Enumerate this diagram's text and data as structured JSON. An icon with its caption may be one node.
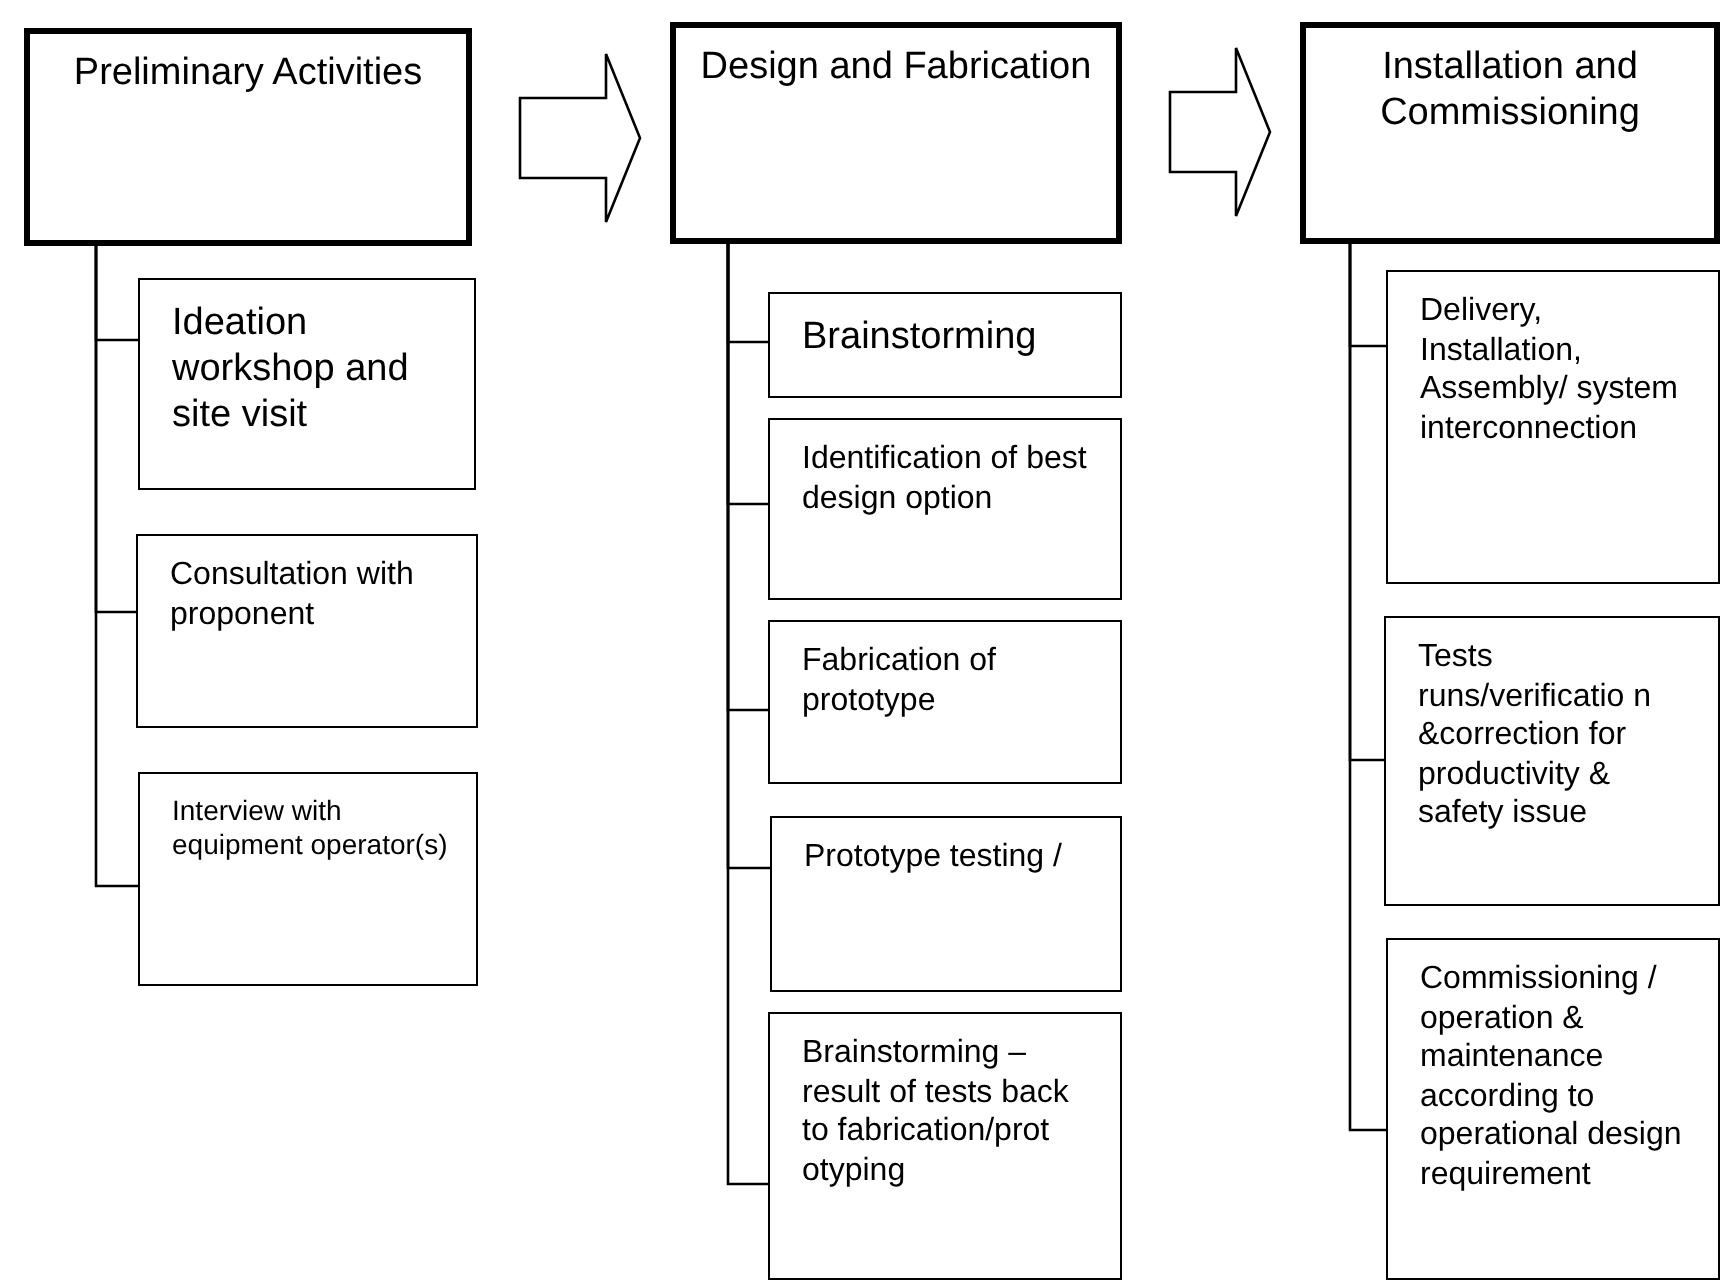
{
  "diagram": {
    "nodes": [
      {
        "text": [
          "Preliminary Activities"
        ]
      },
      {
        "text": [
          "Ideation workshop and site visit"
        ]
      },
      {
        "text": [
          "Consultation with proponent"
        ]
      },
      {
        "text": [
          "Interview with equipment operator(s)"
        ]
      },
      {
        "text": [
          "Design and Fabrication"
        ]
      },
      {
        "text": [
          "Brainstorming"
        ]
      },
      {
        "text": [
          "Identification of best design option"
        ]
      },
      {
        "text": [
          "Fabrication of prototype"
        ]
      },
      {
        "text": [
          "Prototype testing /"
        ]
      },
      {
        "text": [
          "Brainstorming –result of tests back to fabrication/prot otyping"
        ]
      },
      {
        "text": [
          "Installation and Commissioning"
        ]
      },
      {
        "text": [
          "Delivery, Installation, Assembly/ system interconnection"
        ]
      },
      {
        "text": [
          "Tests runs/verificatio n &correction for productivity & safety issue"
        ]
      },
      {
        "text": [
          "Commissioning / operation & maintenance according to operational design requirement"
        ]
      }
    ],
    "edges": [
      {
        "from": 0,
        "to": 4,
        "arrow": "to"
      },
      {
        "from": 4,
        "to": 10,
        "arrow": "to"
      },
      {
        "from": 0,
        "to": 1,
        "arrow": "none"
      },
      {
        "from": 0,
        "to": 2,
        "arrow": "none"
      },
      {
        "from": 0,
        "to": 3,
        "arrow": "none"
      },
      {
        "from": 4,
        "to": 5,
        "arrow": "none"
      },
      {
        "from": 4,
        "to": 6,
        "arrow": "none"
      },
      {
        "from": 4,
        "to": 7,
        "arrow": "none"
      },
      {
        "from": 4,
        "to": 8,
        "arrow": "none"
      },
      {
        "from": 4,
        "to": 9,
        "arrow": "none"
      },
      {
        "from": 10,
        "to": 11,
        "arrow": "none"
      },
      {
        "from": 10,
        "to": 12,
        "arrow": "none"
      },
      {
        "from": 10,
        "to": 13,
        "arrow": "none"
      }
    ]
  }
}
